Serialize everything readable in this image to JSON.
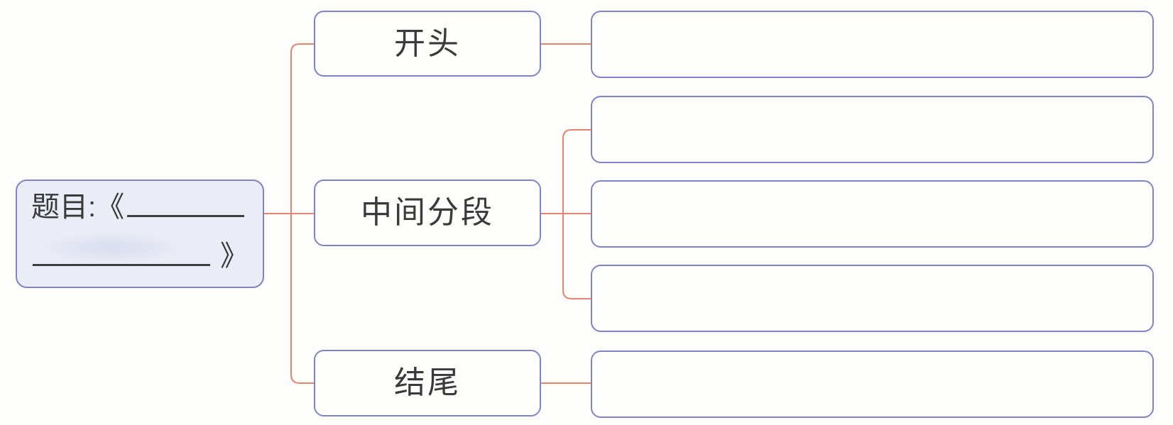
{
  "diagram": {
    "type": "mindmap-outline",
    "root": {
      "title_prefix": "题目:《",
      "title_suffix": "》",
      "blanks": 2
    },
    "branches": [
      {
        "label": "开头",
        "children": [
          ""
        ]
      },
      {
        "label": "中间分段",
        "children": [
          "",
          "",
          ""
        ]
      },
      {
        "label": "结尾",
        "children": [
          ""
        ]
      }
    ],
    "colors": {
      "connector": "#e6846f",
      "box_border": "#8184c2",
      "root_fill": "#eaecf6",
      "node_fill": "#fefefd",
      "text": "#3a3a3a",
      "blank_line": "#3e3e3e",
      "background": "#fdfdfc"
    }
  }
}
